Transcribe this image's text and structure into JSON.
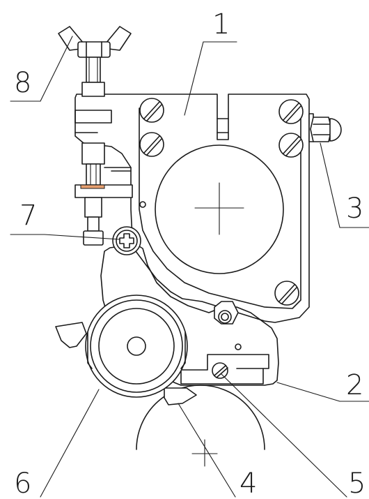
{
  "callouts": [
    {
      "id": "1",
      "text": "1"
    },
    {
      "id": "2",
      "text": "2"
    },
    {
      "id": "3",
      "text": "3"
    },
    {
      "id": "4",
      "text": "4"
    },
    {
      "id": "5",
      "text": "5"
    },
    {
      "id": "6",
      "text": "6"
    },
    {
      "id": "7",
      "text": "7"
    },
    {
      "id": "8",
      "text": "8"
    }
  ],
  "colors": {
    "line": "#1a1a1a",
    "background": "#ffffff",
    "accent_washer": "#e8a070"
  },
  "icons": [
    "wing-nut-icon",
    "slotted-screw-icon",
    "phillips-screw-icon",
    "cap-nut-icon",
    "hex-nut-icon",
    "center-mark-icon"
  ]
}
